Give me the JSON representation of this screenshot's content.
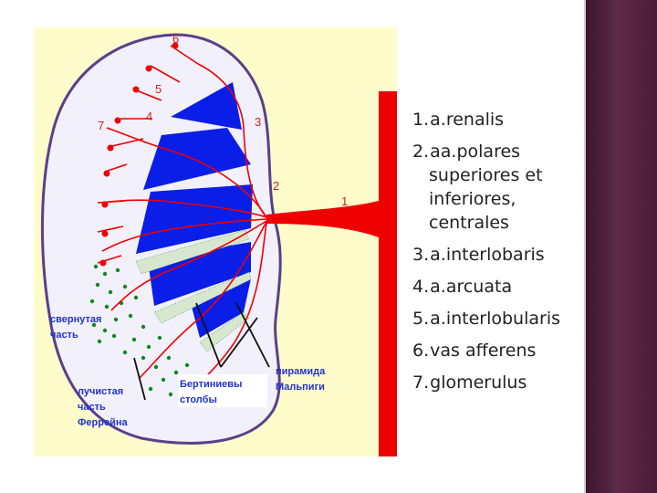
{
  "diagram": {
    "callouts": [
      "1",
      "2",
      "3",
      "4",
      "5",
      "6",
      "7"
    ],
    "labels": {
      "convoluted_part": [
        "свернутая",
        "часть"
      ],
      "radiate_part": [
        "лучистая",
        "часть",
        "Феррейна"
      ],
      "bertin_columns": [
        "Бертиниевы",
        "столбы"
      ],
      "malpighi_pyramid": [
        "пирамида",
        "Мальпиги"
      ]
    },
    "colors": {
      "background": "#fefcca",
      "kidney_fill": "#f2f0fb",
      "capsule": "#5a3f8a",
      "artery": "#ee0000",
      "pyramid": "#0a1ee8",
      "column_dots": "#0f8a1e",
      "label_blue": "#2233cc"
    }
  },
  "legend": [
    {
      "num": "1.",
      "text": "a.renalis"
    },
    {
      "num": "2.",
      "text": "aa.polares",
      "sub": "superiores et\ninferiores,\ncentrales"
    },
    {
      "num": "3.",
      "text": "a.interlobaris"
    },
    {
      "num": "4.",
      "text": "a.arcuata"
    },
    {
      "num": "5.",
      "text": "a.interlobularis"
    },
    {
      "num": "6.",
      "text": "vas afferens"
    },
    {
      "num": "7.",
      "text": "glomerulus"
    }
  ]
}
